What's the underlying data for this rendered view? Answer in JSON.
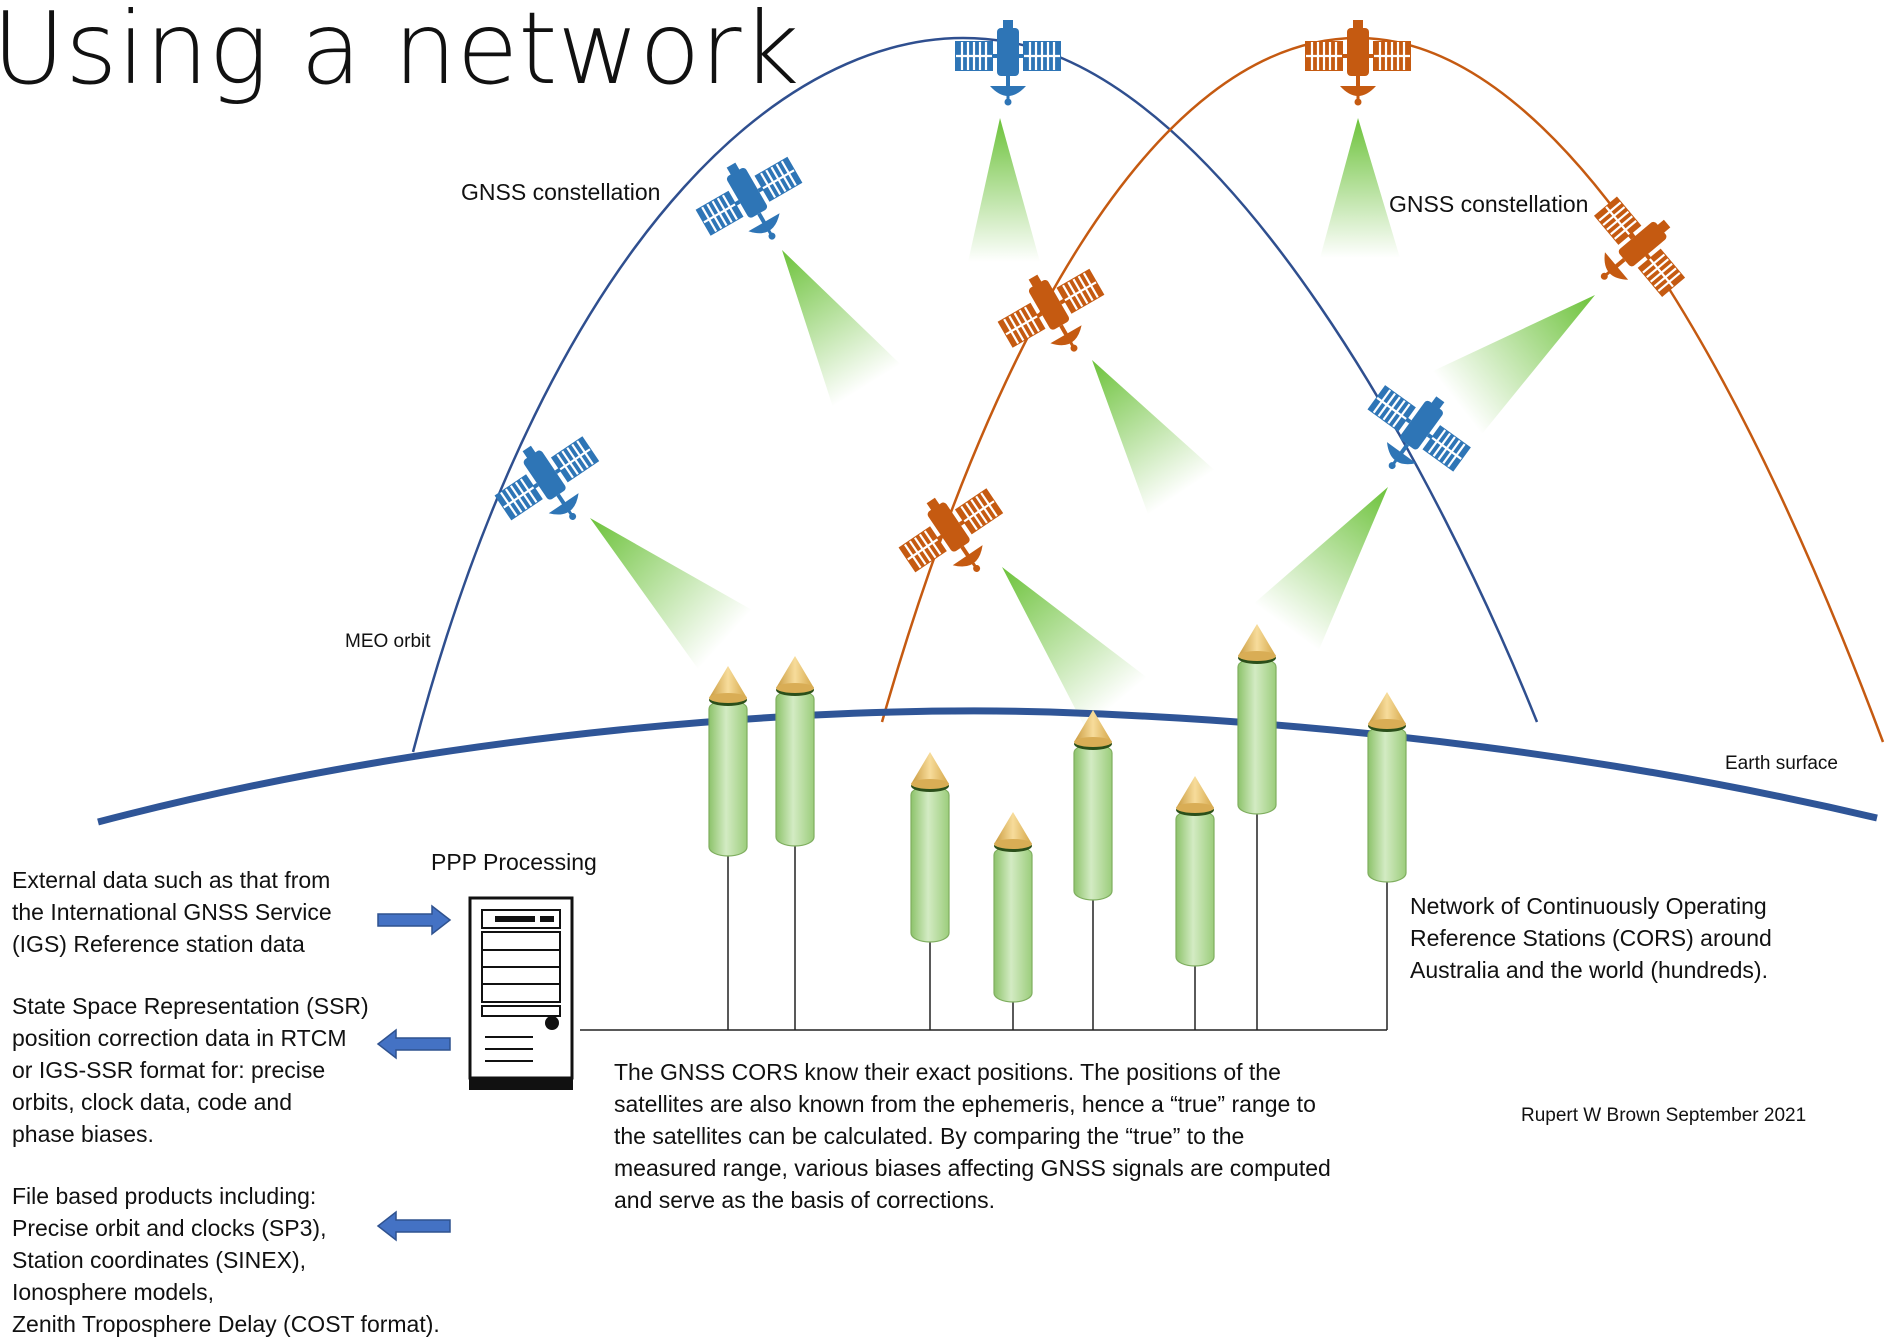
{
  "title": "Using a network",
  "labels": {
    "constellation_left": "GNSS constellation",
    "constellation_right": "GNSS constellation",
    "meo_orbit": "MEO orbit",
    "earth_surface": "Earth surface",
    "ppp_processing": "PPP Processing",
    "author": "Rupert W Brown September 2021"
  },
  "external_data": [
    "External data such as that from",
    "the International GNSS Service",
    "(IGS) Reference station data"
  ],
  "ssr_data": [
    "State Space Representation (SSR)",
    "position correction data in RTCM",
    "or IGS-SSR format for: precise",
    "orbits, clock data, code and",
    "phase biases."
  ],
  "file_products": [
    "File based products including:",
    "Precise orbit and clocks (SP3),",
    "Station coordinates (SINEX),",
    "Ionosphere models,",
    "Zenith Troposphere Delay (COST format)."
  ],
  "cors_network": [
    "Network of Continuously Operating",
    "Reference Stations (CORS) around",
    "Australia and the world (hundreds)."
  ],
  "cors_explanation": [
    "The GNSS CORS know their exact positions. The positions of the",
    "satellites are also known from the ephemeris, hence a “true” range to",
    "the satellites can be calculated. By comparing the “true” to the",
    "measured range, various biases affecting GNSS signals are computed",
    "and serve as the basis of corrections."
  ],
  "colors": {
    "blue_constellation": "#2e75b6",
    "orange_constellation": "#c55a11",
    "earth": "#2f5597",
    "signal": "#70c040",
    "station": "#a9d18e",
    "arrow": "#4472c4"
  },
  "icons": {
    "satellite": "satellite-icon",
    "server": "server-icon",
    "arrow": "arrow-icon",
    "station": "reference-station-icon"
  }
}
